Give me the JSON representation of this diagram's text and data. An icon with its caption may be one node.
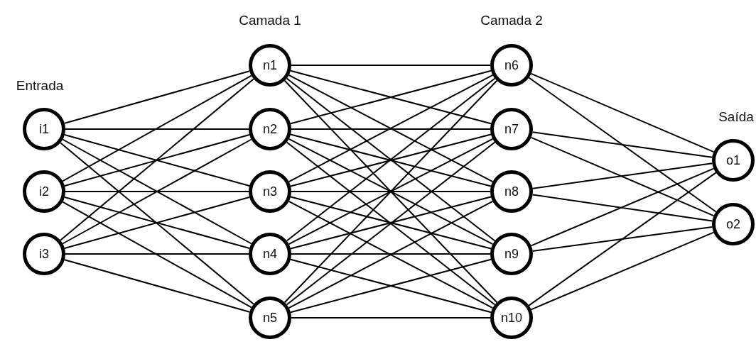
{
  "diagram": {
    "nodes": [
      {
        "text": [
          "i1"
        ]
      },
      {
        "text": [
          "i2"
        ]
      },
      {
        "text": [
          "i3"
        ]
      },
      {
        "text": [
          "n1"
        ]
      },
      {
        "text": [
          "n2"
        ]
      },
      {
        "text": [
          "n3"
        ]
      },
      {
        "text": [
          "n4"
        ]
      },
      {
        "text": [
          "n5"
        ]
      },
      {
        "text": [
          "n6"
        ]
      },
      {
        "text": [
          "n7"
        ]
      },
      {
        "text": [
          "n8"
        ]
      },
      {
        "text": [
          "n9"
        ]
      },
      {
        "text": [
          "n10"
        ]
      },
      {
        "text": [
          "o1"
        ]
      },
      {
        "text": [
          "o2"
        ]
      }
    ],
    "edges": [
      {
        "from": 0,
        "to": 3,
        "arrow": "none"
      },
      {
        "from": 0,
        "to": 4,
        "arrow": "none"
      },
      {
        "from": 0,
        "to": 5,
        "arrow": "none"
      },
      {
        "from": 0,
        "to": 6,
        "arrow": "none"
      },
      {
        "from": 0,
        "to": 7,
        "arrow": "none"
      },
      {
        "from": 1,
        "to": 3,
        "arrow": "none"
      },
      {
        "from": 1,
        "to": 4,
        "arrow": "none"
      },
      {
        "from": 1,
        "to": 5,
        "arrow": "none"
      },
      {
        "from": 1,
        "to": 6,
        "arrow": "none"
      },
      {
        "from": 1,
        "to": 7,
        "arrow": "none"
      },
      {
        "from": 2,
        "to": 3,
        "arrow": "none"
      },
      {
        "from": 2,
        "to": 4,
        "arrow": "none"
      },
      {
        "from": 2,
        "to": 5,
        "arrow": "none"
      },
      {
        "from": 2,
        "to": 6,
        "arrow": "none"
      },
      {
        "from": 2,
        "to": 7,
        "arrow": "none"
      },
      {
        "from": 3,
        "to": 8,
        "arrow": "none"
      },
      {
        "from": 3,
        "to": 9,
        "arrow": "none"
      },
      {
        "from": 3,
        "to": 10,
        "arrow": "none"
      },
      {
        "from": 3,
        "to": 11,
        "arrow": "none"
      },
      {
        "from": 3,
        "to": 12,
        "arrow": "none"
      },
      {
        "from": 4,
        "to": 8,
        "arrow": "none"
      },
      {
        "from": 4,
        "to": 9,
        "arrow": "none"
      },
      {
        "from": 4,
        "to": 10,
        "arrow": "none"
      },
      {
        "from": 4,
        "to": 11,
        "arrow": "none"
      },
      {
        "from": 4,
        "to": 12,
        "arrow": "none"
      },
      {
        "from": 5,
        "to": 8,
        "arrow": "none"
      },
      {
        "from": 5,
        "to": 9,
        "arrow": "none"
      },
      {
        "from": 5,
        "to": 10,
        "arrow": "none"
      },
      {
        "from": 5,
        "to": 11,
        "arrow": "none"
      },
      {
        "from": 5,
        "to": 12,
        "arrow": "none"
      },
      {
        "from": 6,
        "to": 8,
        "arrow": "none"
      },
      {
        "from": 6,
        "to": 9,
        "arrow": "none"
      },
      {
        "from": 6,
        "to": 10,
        "arrow": "none"
      },
      {
        "from": 6,
        "to": 11,
        "arrow": "none"
      },
      {
        "from": 6,
        "to": 12,
        "arrow": "none"
      },
      {
        "from": 7,
        "to": 8,
        "arrow": "none"
      },
      {
        "from": 7,
        "to": 9,
        "arrow": "none"
      },
      {
        "from": 7,
        "to": 10,
        "arrow": "none"
      },
      {
        "from": 7,
        "to": 11,
        "arrow": "none"
      },
      {
        "from": 7,
        "to": 12,
        "arrow": "none"
      },
      {
        "from": 8,
        "to": 13,
        "arrow": "none"
      },
      {
        "from": 8,
        "to": 14,
        "arrow": "none"
      },
      {
        "from": 9,
        "to": 13,
        "arrow": "none"
      },
      {
        "from": 9,
        "to": 14,
        "arrow": "none"
      },
      {
        "from": 10,
        "to": 13,
        "arrow": "none"
      },
      {
        "from": 10,
        "to": 14,
        "arrow": "none"
      },
      {
        "from": 11,
        "to": 13,
        "arrow": "none"
      },
      {
        "from": 11,
        "to": 14,
        "arrow": "none"
      },
      {
        "from": 12,
        "to": 13,
        "arrow": "none"
      },
      {
        "from": 12,
        "to": 14,
        "arrow": "none"
      }
    ],
    "labels": [
      "Camada 1",
      "Camada 2",
      "Entrada",
      "Saída"
    ]
  }
}
